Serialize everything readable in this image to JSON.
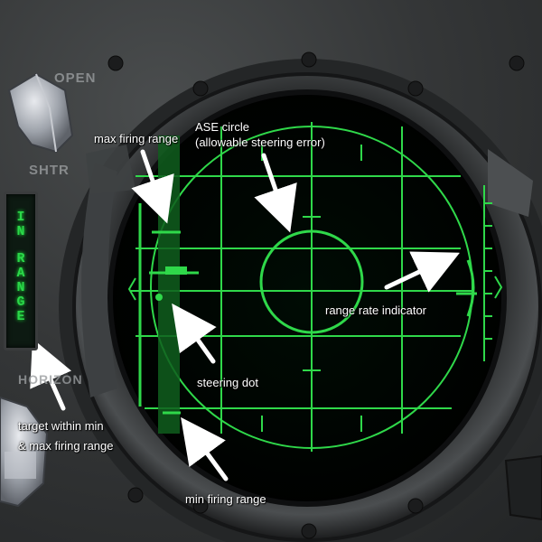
{
  "panel": {
    "label_open": "OPEN",
    "label_shtr": "SHTR",
    "label_horizon": "HORIZON",
    "in_range_lamp": [
      "I",
      "N",
      "",
      "R",
      "A",
      "N",
      "G",
      "E"
    ]
  },
  "annotations": {
    "max_firing_range": "max firing range",
    "ase_circle_line1": "ASE circle",
    "ase_circle_line2": "(allowable steering error)",
    "range_rate_indicator": "range rate indicator",
    "steering_dot": "steering dot",
    "target_within_line1": "target within min",
    "target_within_line2": "& max firing range",
    "min_firing_range": "min firing range"
  },
  "colors": {
    "scope_green": "#2fd84a",
    "annotation_text": "#ffffff",
    "arrow": "#ffffff",
    "lamp_green": "#2bd84a"
  }
}
